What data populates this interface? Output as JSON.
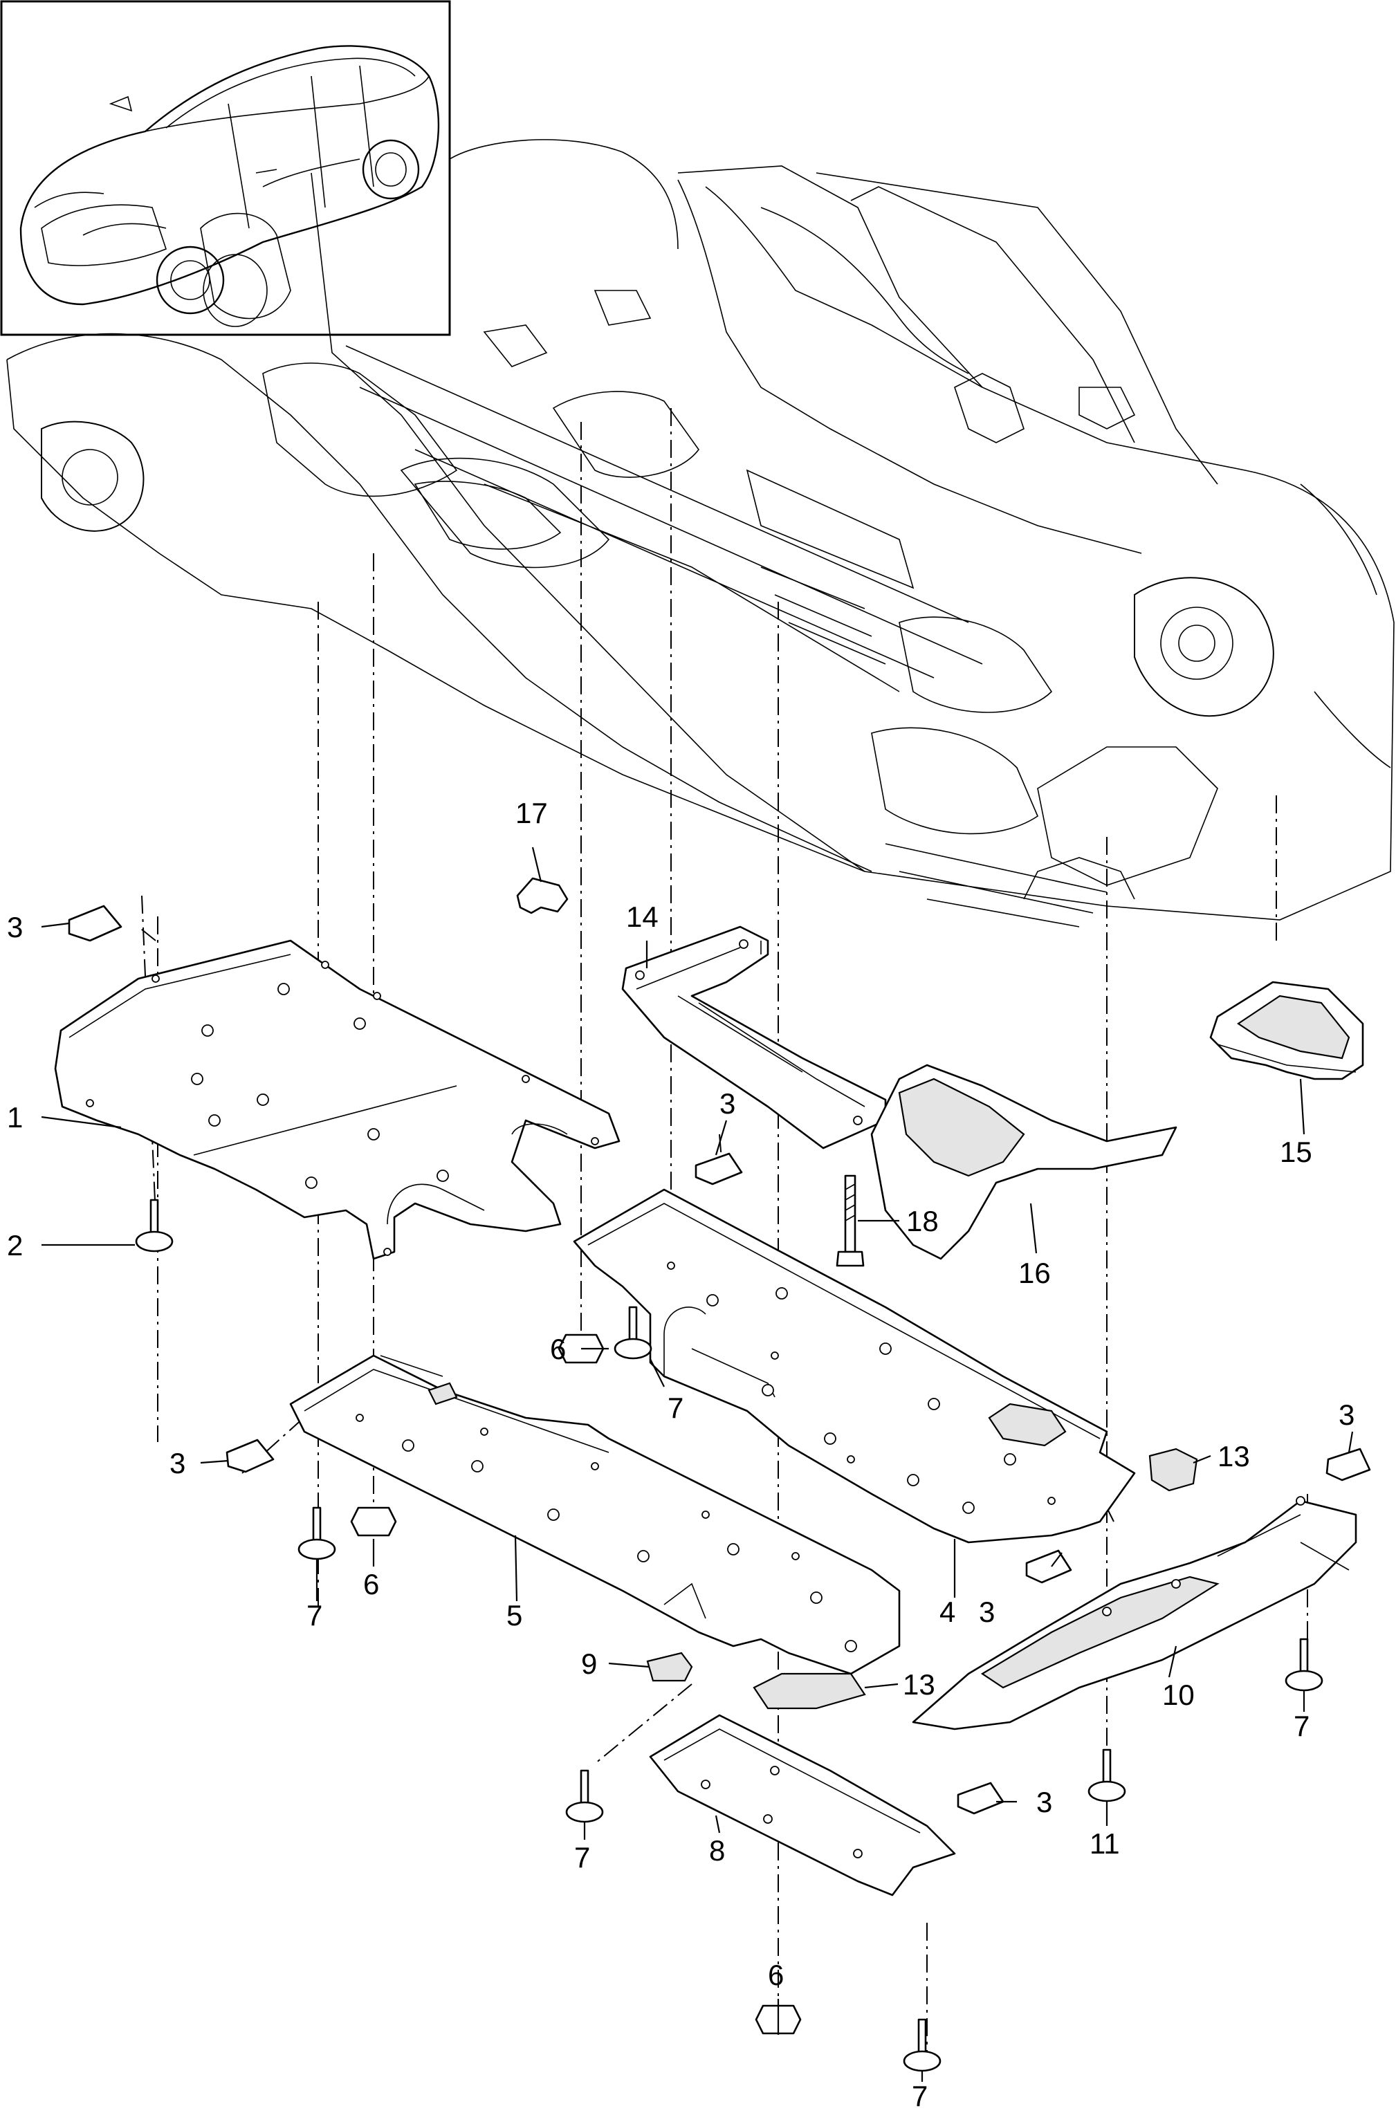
{
  "diagram": {
    "callouts": {
      "c1": "1",
      "c2": "2",
      "c3a": "3",
      "c3b": "3",
      "c3c": "3",
      "c3d": "3",
      "c3e": "3",
      "c3f": "3",
      "c4": "4",
      "c5": "5",
      "c6a": "6",
      "c6b": "6",
      "c6c": "6",
      "c7a": "7",
      "c7b": "7",
      "c7c": "7",
      "c7d": "7",
      "c7e": "7",
      "c8": "8",
      "c9": "9",
      "c10": "10",
      "c11": "11",
      "c13a": "13",
      "c13b": "13",
      "c14": "14",
      "c15": "15",
      "c16": "16",
      "c17": "17",
      "c18": "18"
    }
  }
}
